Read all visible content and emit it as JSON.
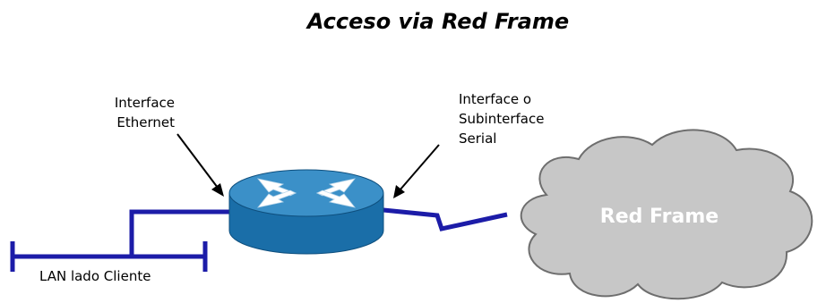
{
  "title": "Acceso via Red Frame",
  "labels": {
    "ethernet_line1": "Interface",
    "ethernet_line2": "Ethernet",
    "serial_line1": "Interface o",
    "serial_line2": "Subinterface",
    "serial_line3": "Serial",
    "lan": "LAN lado Cliente",
    "cloud": "Red Frame"
  },
  "colors": {
    "link": "#1c1ca8",
    "router_top": "#3b90c8",
    "router_side": "#1a6ea8",
    "cloud_fill": "#c7c7c7",
    "cloud_stroke": "#6e6e6e",
    "arrow": "#000000"
  }
}
